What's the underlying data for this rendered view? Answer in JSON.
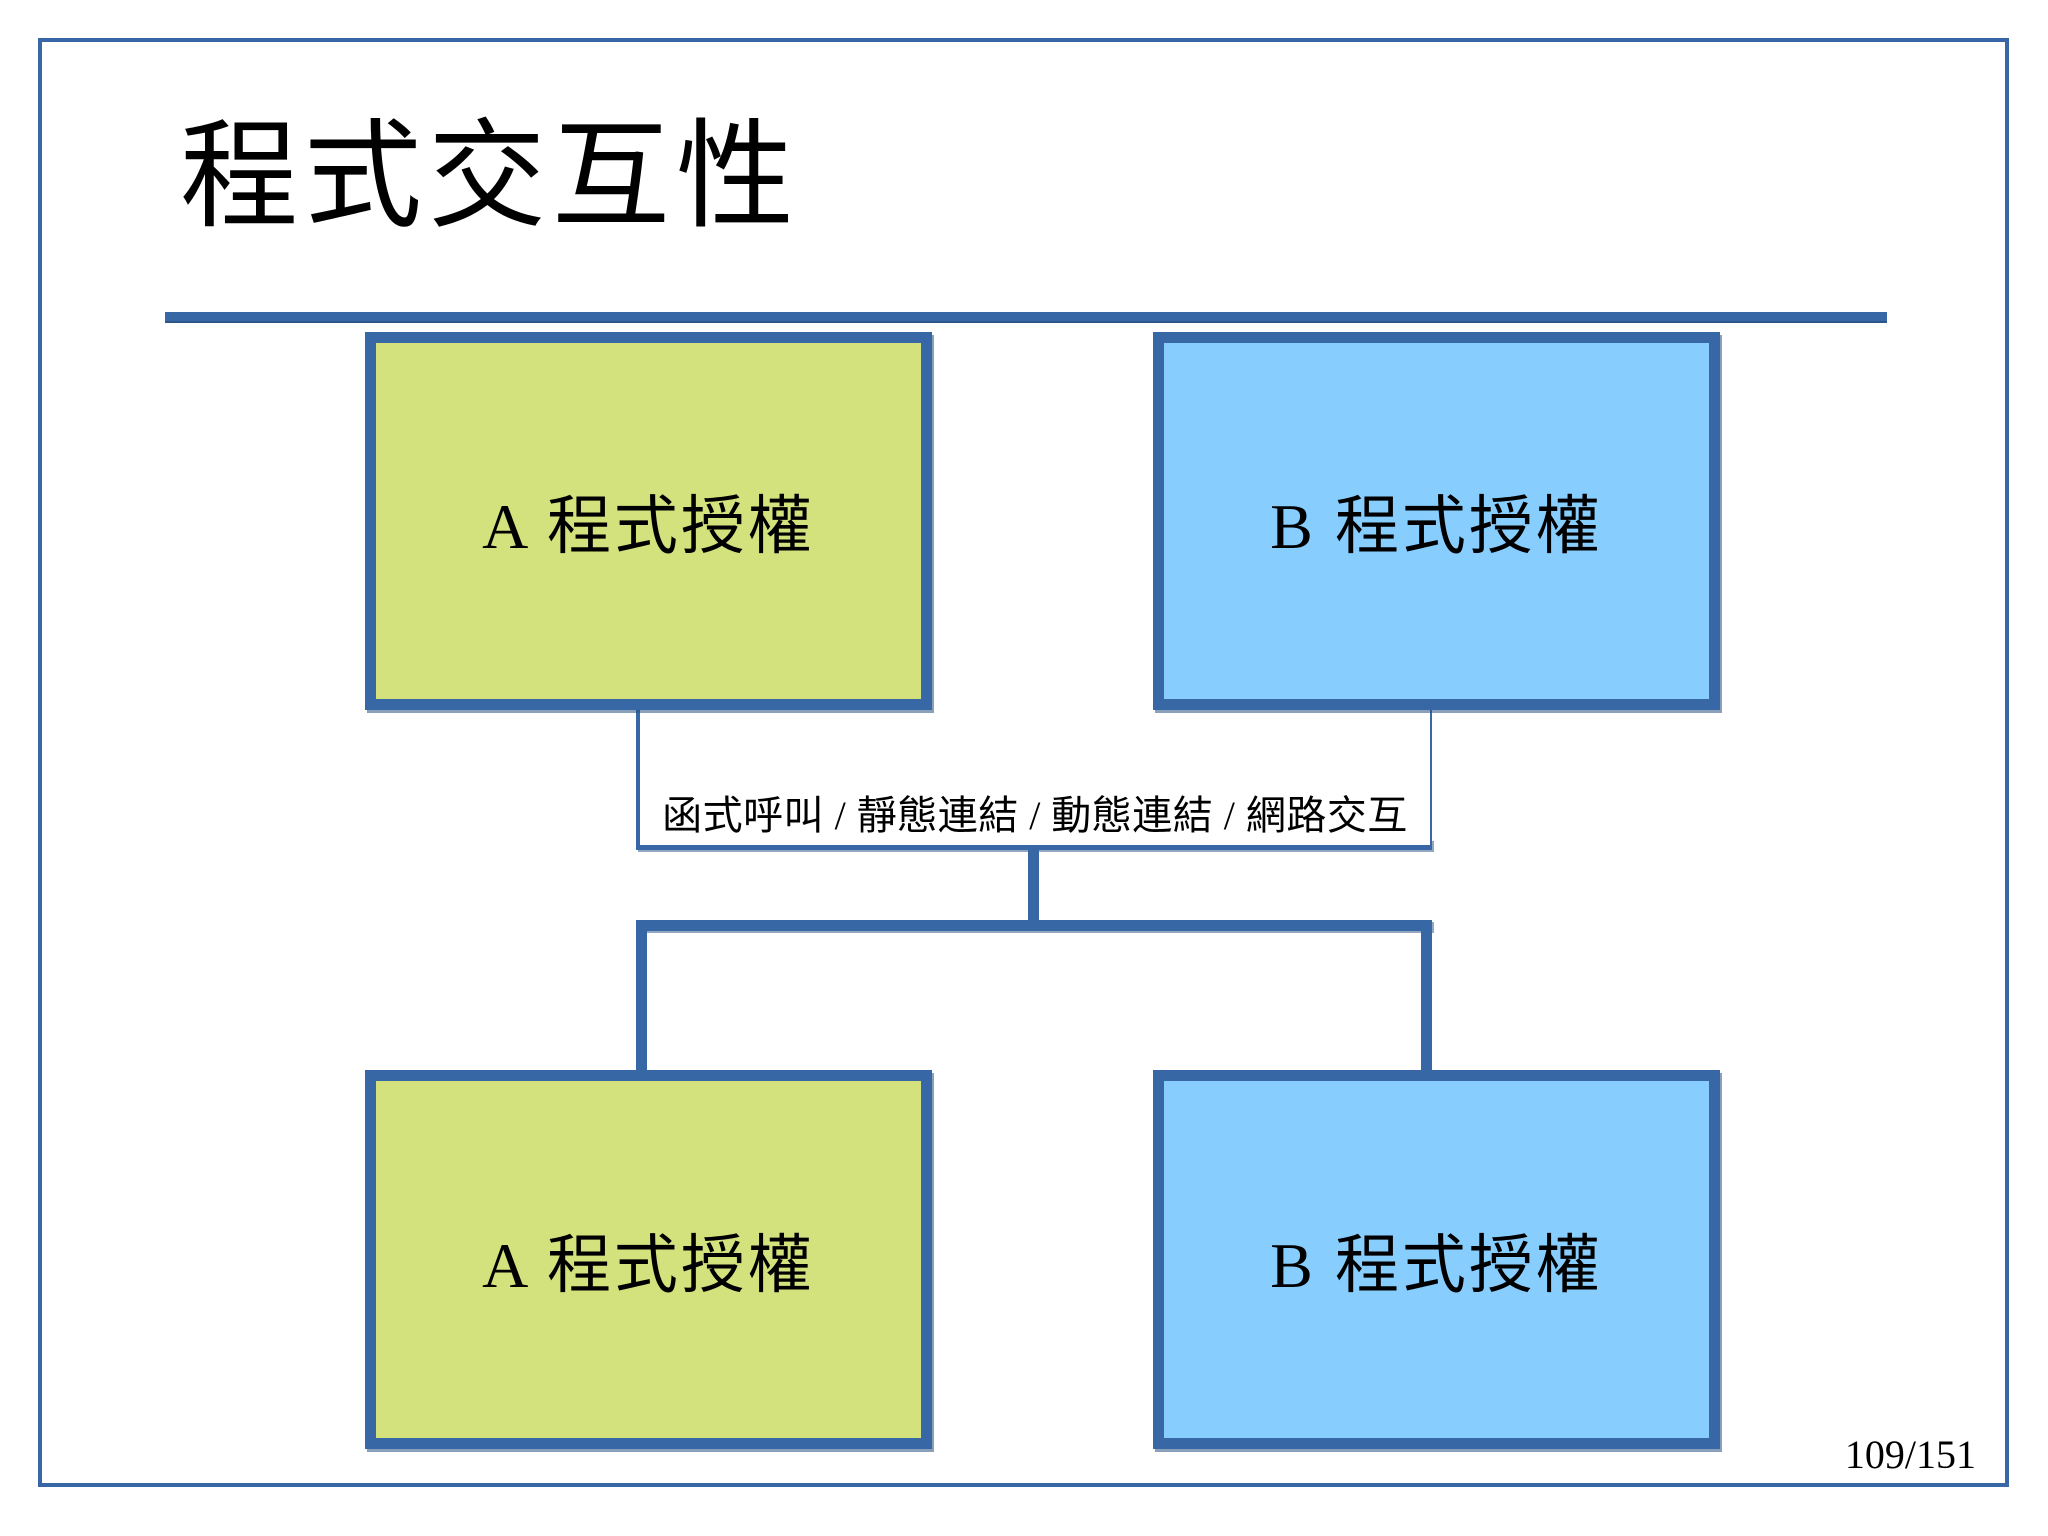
{
  "slide": {
    "title": "程式交互性",
    "page_number": "109/151",
    "accent_color": "#3768a5",
    "green_fill": "#d3e27d",
    "blue_fill": "#87ceff",
    "background": "#ffffff"
  },
  "diagram": {
    "type": "flow",
    "nodes": [
      {
        "id": "a-top",
        "label": "A 程式授權",
        "fill": "#d3e27d",
        "position": "top-left"
      },
      {
        "id": "b-top",
        "label": "B 程式授權",
        "fill": "#87ceff",
        "position": "top-right"
      },
      {
        "id": "a-bottom",
        "label": "A 程式授權",
        "fill": "#d3e27d",
        "position": "bottom-left"
      },
      {
        "id": "b-bottom",
        "label": "B 程式授權",
        "fill": "#87ceff",
        "position": "bottom-right"
      }
    ],
    "edge_label": "函式呼叫 / 靜態連結 / 動態連結 / 網路交互",
    "edge_label_parts": [
      "函式呼叫",
      "靜態連結",
      "動態連結",
      "網路交互"
    ],
    "edge_color": "#3768a5"
  }
}
